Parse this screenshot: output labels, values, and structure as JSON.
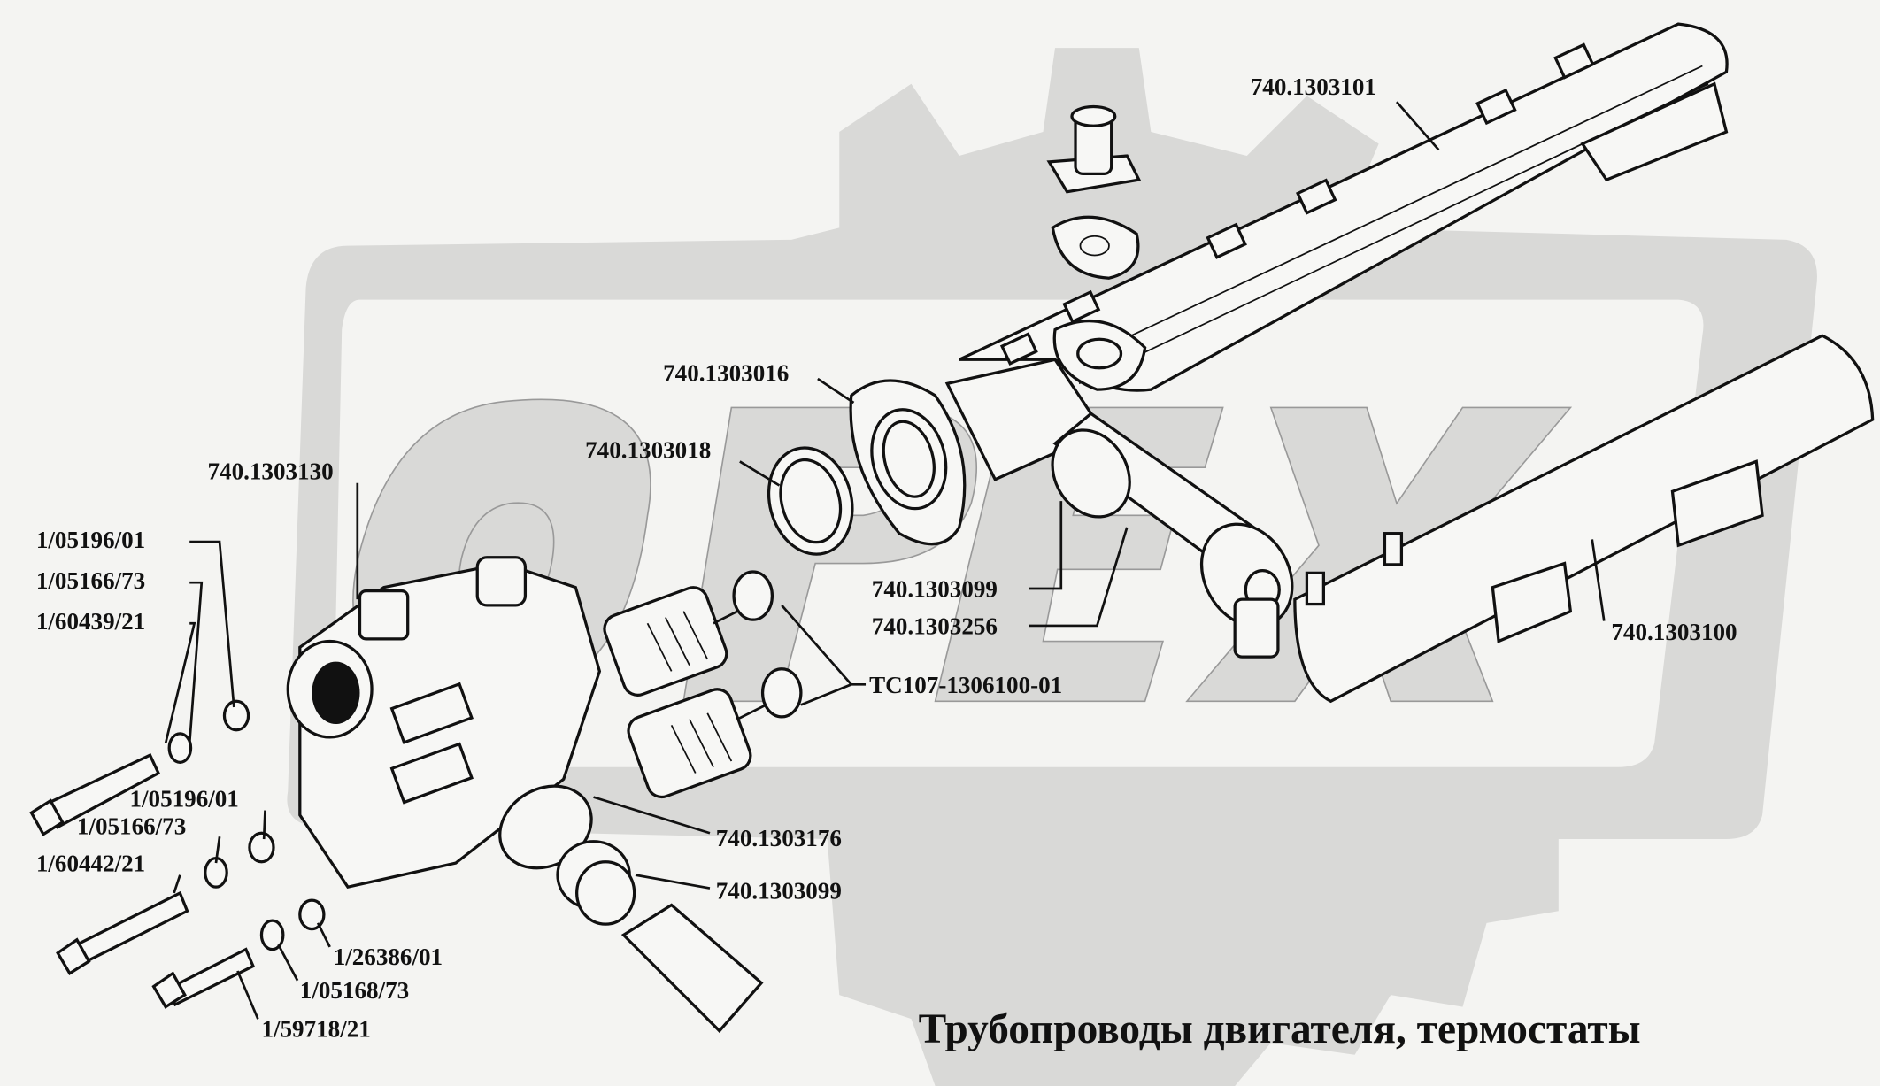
{
  "title": "Трубопроводы двигателя, термостаты",
  "watermark": "ОРЕХ",
  "labels": {
    "p1303101": "740.1303101",
    "p1303016": "740.1303016",
    "p1303018": "740.1303018",
    "p1303130": "740.1303130",
    "p1303099a": "740.1303099",
    "p1303256": "740.1303256",
    "tc107": "ТС107-1306100-01",
    "p1303100": "740.1303100",
    "p1303176": "740.1303176",
    "p1303099b": "740.1303099",
    "w05196a": "1/05196/01",
    "w05166a": "1/05166/73",
    "b60439": "1/60439/21",
    "w05196b": "1/05196/01",
    "w05166b": "1/05166/73",
    "b60442": "1/60442/21",
    "w26386": "1/26386/01",
    "w05168": "1/05168/73",
    "b59718": "1/59718/21"
  },
  "colors": {
    "watermark": "#d9d9d7",
    "ink": "#111111",
    "paper": "#f4f4f2"
  }
}
